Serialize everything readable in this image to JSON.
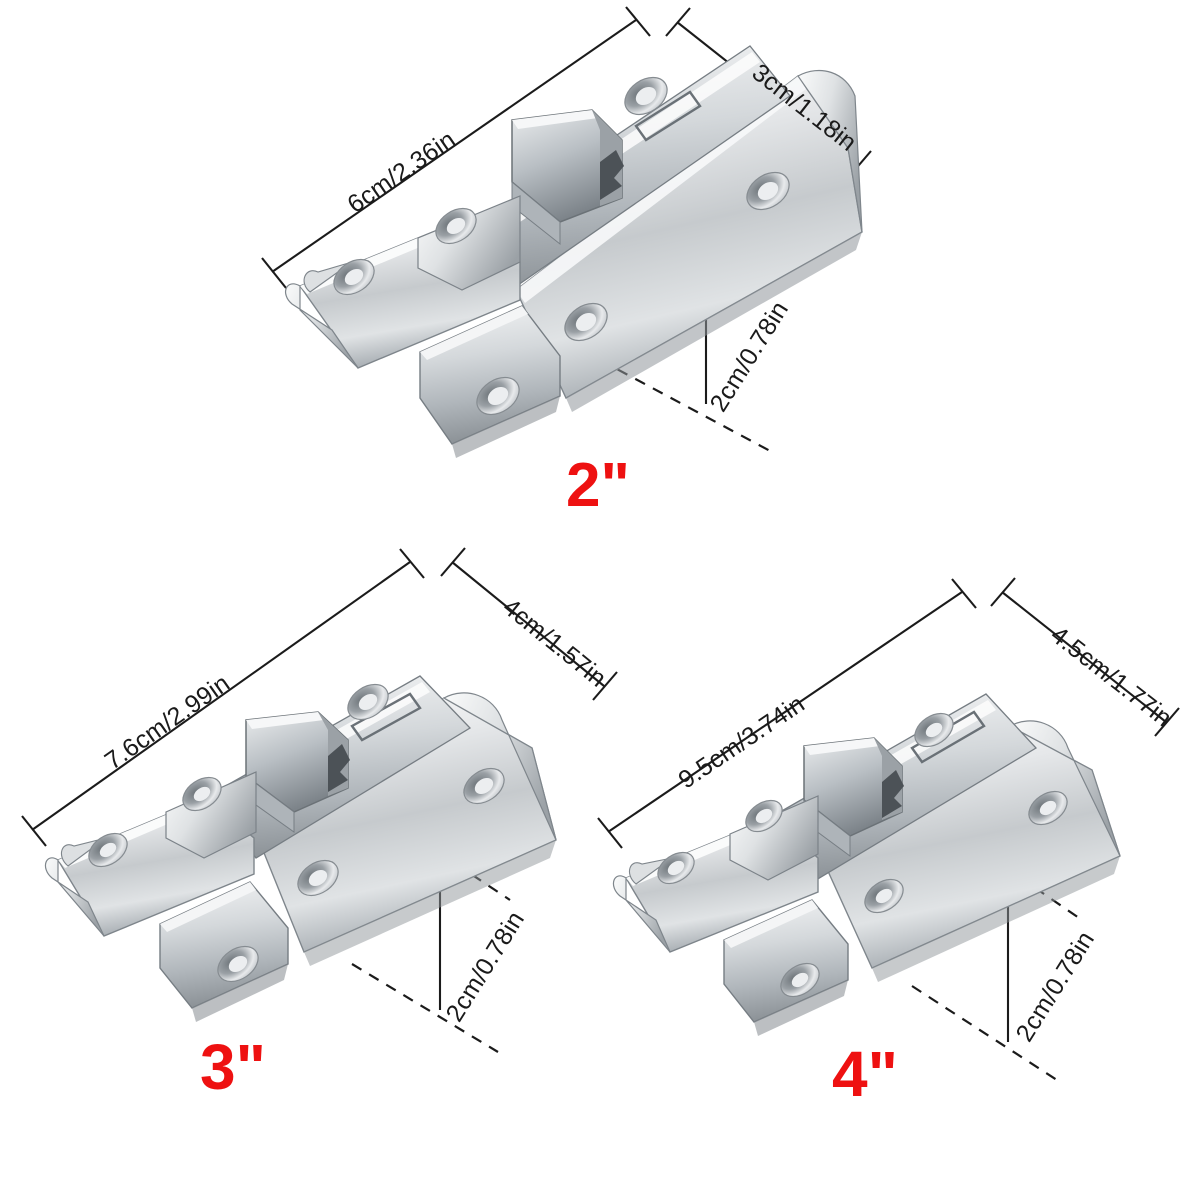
{
  "background": "#ffffff",
  "accent_red": "#ee1111",
  "dimension_line_color": "#1b1b1b",
  "metal_colors": {
    "highlight": "#fbfbfb",
    "light": "#e2e4e6",
    "mid": "#c2c6ca",
    "shade": "#9aa0a5",
    "dark": "#6f767c",
    "edge": "#565c61"
  },
  "products": [
    {
      "id": "latch-2in",
      "size_label": "2\"",
      "length": "6cm/2.36in",
      "width": "3cm/1.18in",
      "height": "2cm/0.78in"
    },
    {
      "id": "latch-3in",
      "size_label": "3\"",
      "length": "7.6cm/2.99in",
      "width": "4cm/1.57in",
      "height": "2cm/0.78in"
    },
    {
      "id": "latch-4in",
      "size_label": "4\"",
      "length": "9.5cm/3.74in",
      "width": "4.5cm/1.77in",
      "height": "2cm/0.78in"
    }
  ]
}
